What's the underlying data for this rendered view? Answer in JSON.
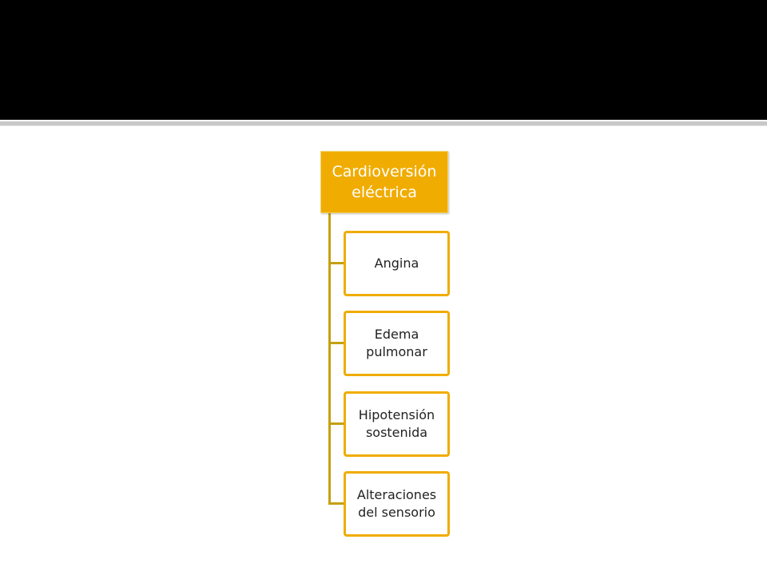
{
  "diagram": {
    "root": {
      "label": "Cardioversión eléctrica"
    },
    "children": [
      {
        "label": "Angina"
      },
      {
        "label": "Edema pulmonar"
      },
      {
        "label": "Hipotensión sostenida"
      },
      {
        "label": "Alteraciones del sensorio"
      }
    ]
  },
  "colors": {
    "title_band": "#000000",
    "accent": "#f0ac00",
    "connector": "#c4a012"
  }
}
